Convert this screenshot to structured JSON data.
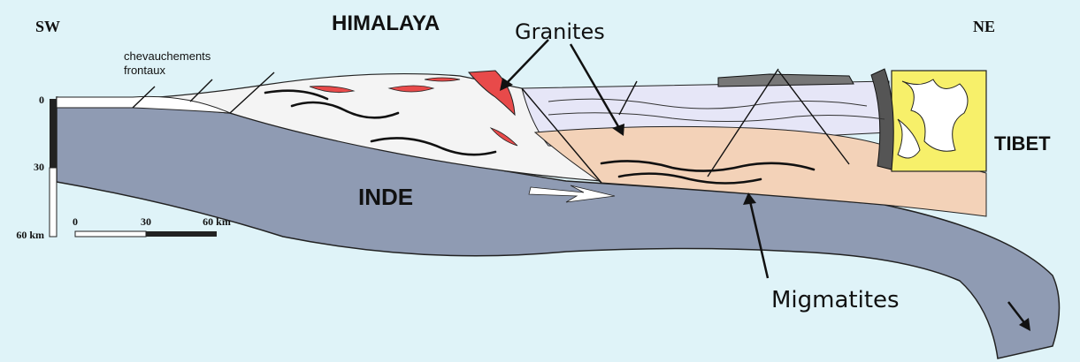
{
  "labels": {
    "sw": "SW",
    "ne": "NE",
    "himalaya": "HIMALAYA",
    "granites": "Granites",
    "chevauchements_line1": "chevauchements",
    "chevauchements_line2": "frontaux",
    "tibet": "TIBET",
    "inde": "INDE",
    "migmatites": "Migmatites"
  },
  "depth_scale": {
    "ticks": [
      "0",
      "30",
      "60 km"
    ]
  },
  "distance_scale": {
    "ticks": [
      "0",
      "30",
      "60 km"
    ]
  },
  "colors": {
    "background": "#dff3f8",
    "indian_plate": "#8f9bb3",
    "migmatite_zone": "#f3d2b8",
    "upper_crust": "#e6e6f7",
    "granite": "#e84a4a",
    "tibet_granite": "#f7f06a",
    "sediment_fill": "#f2f2f2"
  }
}
